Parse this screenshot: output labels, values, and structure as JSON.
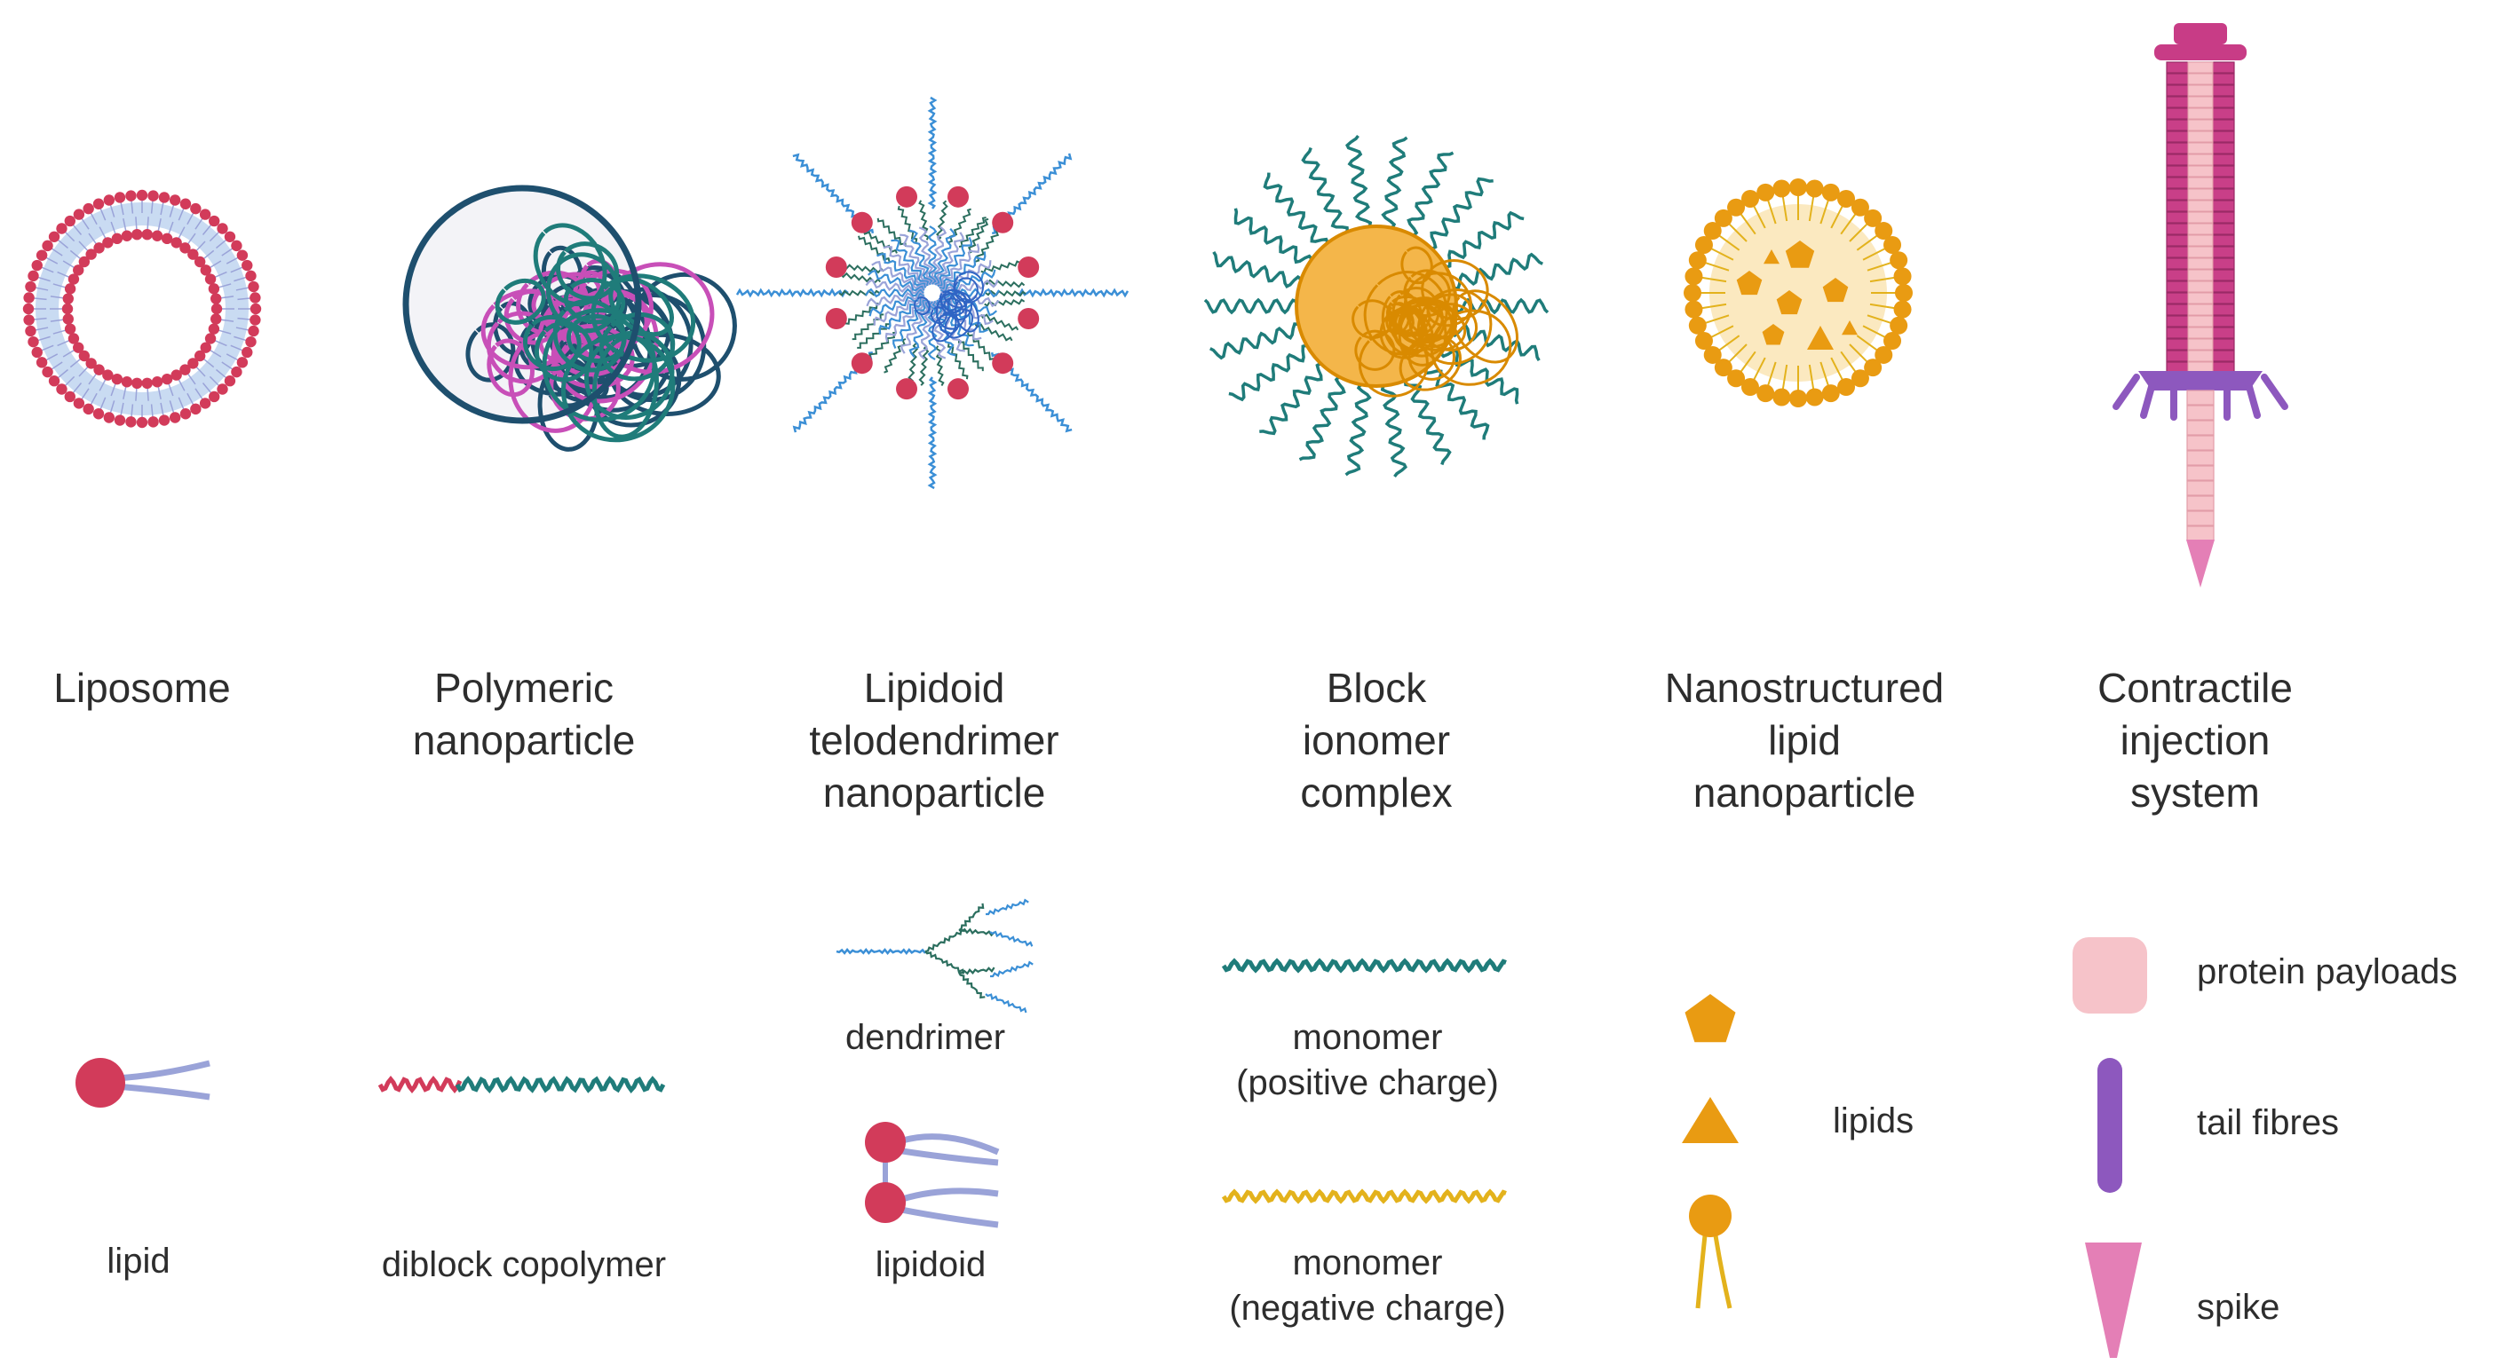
{
  "nanoparticles": [
    {
      "id": "liposome",
      "title": [
        "Liposome"
      ]
    },
    {
      "id": "polymeric",
      "title": [
        "Polymeric",
        "nanoparticle"
      ]
    },
    {
      "id": "lipidoid",
      "title": [
        "Lipidoid",
        "telodendrimer",
        "nanoparticle"
      ]
    },
    {
      "id": "block",
      "title": [
        "Block",
        "ionomer",
        "complex"
      ]
    },
    {
      "id": "nlp",
      "title": [
        "Nanostructured",
        "lipid",
        "nanoparticle"
      ]
    },
    {
      "id": "cis",
      "title": [
        "Contractile",
        "injection",
        "system"
      ]
    }
  ],
  "legend": {
    "lipid": "lipid",
    "diblock": "diblock copolymer",
    "dendrimer": "dendrimer",
    "lipidoid": "lipidoid",
    "monomer_pos": [
      "monomer",
      "(positive charge)"
    ],
    "monomer_neg": [
      "monomer",
      "(negative charge)"
    ],
    "lipids": "lipids",
    "protein_payloads": "protein payloads",
    "tail_fibres": "tail fibres",
    "spike": "spike"
  },
  "colors": {
    "lipid_head": "#d23b5a",
    "lipid_tail": "#9aa3d8",
    "lipid_tail_light": "#c9dbf2",
    "polymer_teal": "#1f7c7a",
    "polymer_navy": "#1e4f6e",
    "polymer_pink": "#c84fb8",
    "dendrimer_blue": "#3b8fd6",
    "dendrimer_green": "#2b6e5e",
    "orange": "#e99b12",
    "orange_light": "#fbe9c0",
    "yellow": "#e3b21c",
    "pink_sheath": "#c83c86",
    "pink_light": "#f6c3c9",
    "purple": "#8d58be",
    "spike_pink": "#e47fb6"
  }
}
